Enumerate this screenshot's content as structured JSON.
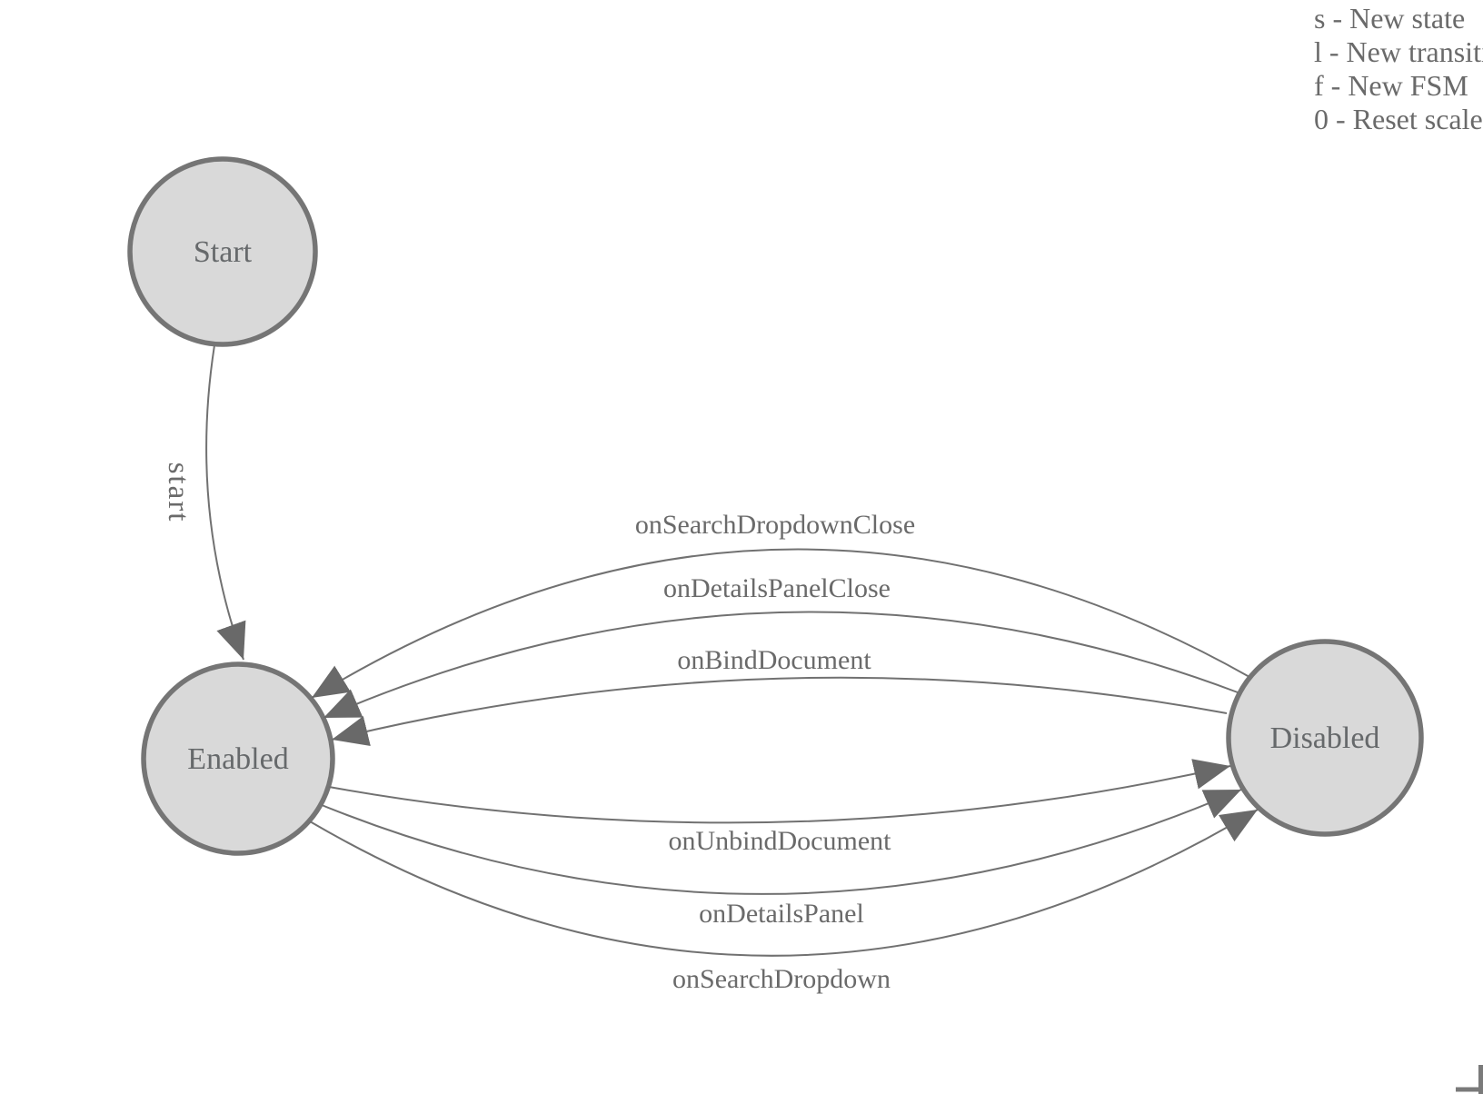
{
  "colors": {
    "state_fill": "#d9d9d9",
    "state_stroke": "#757575",
    "edge_stroke": "#717171",
    "arrow_fill": "#696969",
    "text": "#6a6a6a"
  },
  "states": [
    {
      "label": "Start"
    },
    {
      "label": "Enabled"
    },
    {
      "label": "Disabled"
    }
  ],
  "edges": {
    "start_label": "start",
    "disabled_to_enabled": [
      "onSearchDropdownClose",
      "onDetailsPanelClose",
      "onBindDocument"
    ],
    "enabled_to_disabled": [
      "onUnbindDocument",
      "onDetailsPanel",
      "onSearchDropdown"
    ]
  },
  "legend": {
    "lines": [
      "s - New state",
      "l - New transition",
      "f - New FSM",
      "0 - Reset scale"
    ]
  }
}
